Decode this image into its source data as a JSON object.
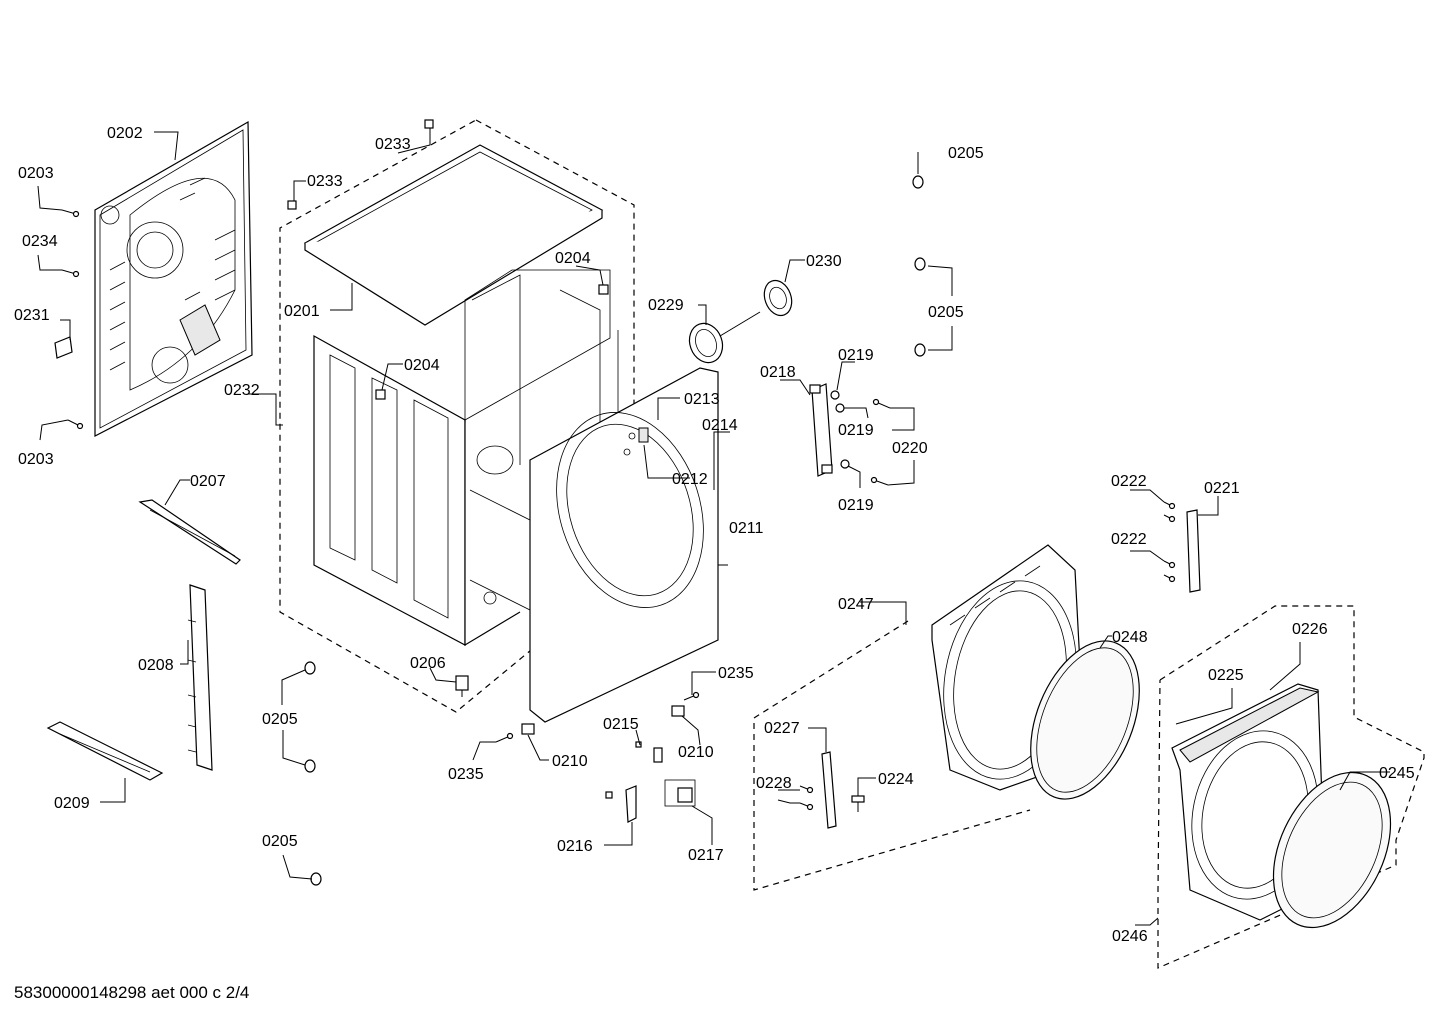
{
  "footer": "58300000148298 aet 000 c 2/4",
  "labels": {
    "l0202": "0202",
    "l0203a": "0203",
    "l0234": "0234",
    "l0231": "0231",
    "l0203b": "0203",
    "l0233a": "0233",
    "l0233b": "0233",
    "l0201": "0201",
    "l0232": "0232",
    "l0204a": "0204",
    "l0204b": "0204",
    "l0207": "0207",
    "l0208": "0208",
    "l0209": "0209",
    "l0205a": "0205",
    "l0205b": "0205",
    "l0205c": "0205",
    "l0205d": "0205",
    "l0206": "0206",
    "l0235a": "0235",
    "l0235b": "0235",
    "l0210a": "0210",
    "l0210b": "0210",
    "l0229": "0229",
    "l0230": "0230",
    "l0213": "0213",
    "l0214": "0214",
    "l0212": "0212",
    "l0211": "0211",
    "l0218": "0218",
    "l0219a": "0219",
    "l0219b": "0219",
    "l0219c": "0219",
    "l0220": "0220",
    "l0222a": "0222",
    "l0222b": "0222",
    "l0221": "0221",
    "l0247": "0247",
    "l0248": "0248",
    "l0226": "0226",
    "l0225": "0225",
    "l0245": "0245",
    "l0246": "0246",
    "l0227": "0227",
    "l0228": "0228",
    "l0224": "0224",
    "l0215": "0215",
    "l0216": "0216",
    "l0217": "0217"
  }
}
